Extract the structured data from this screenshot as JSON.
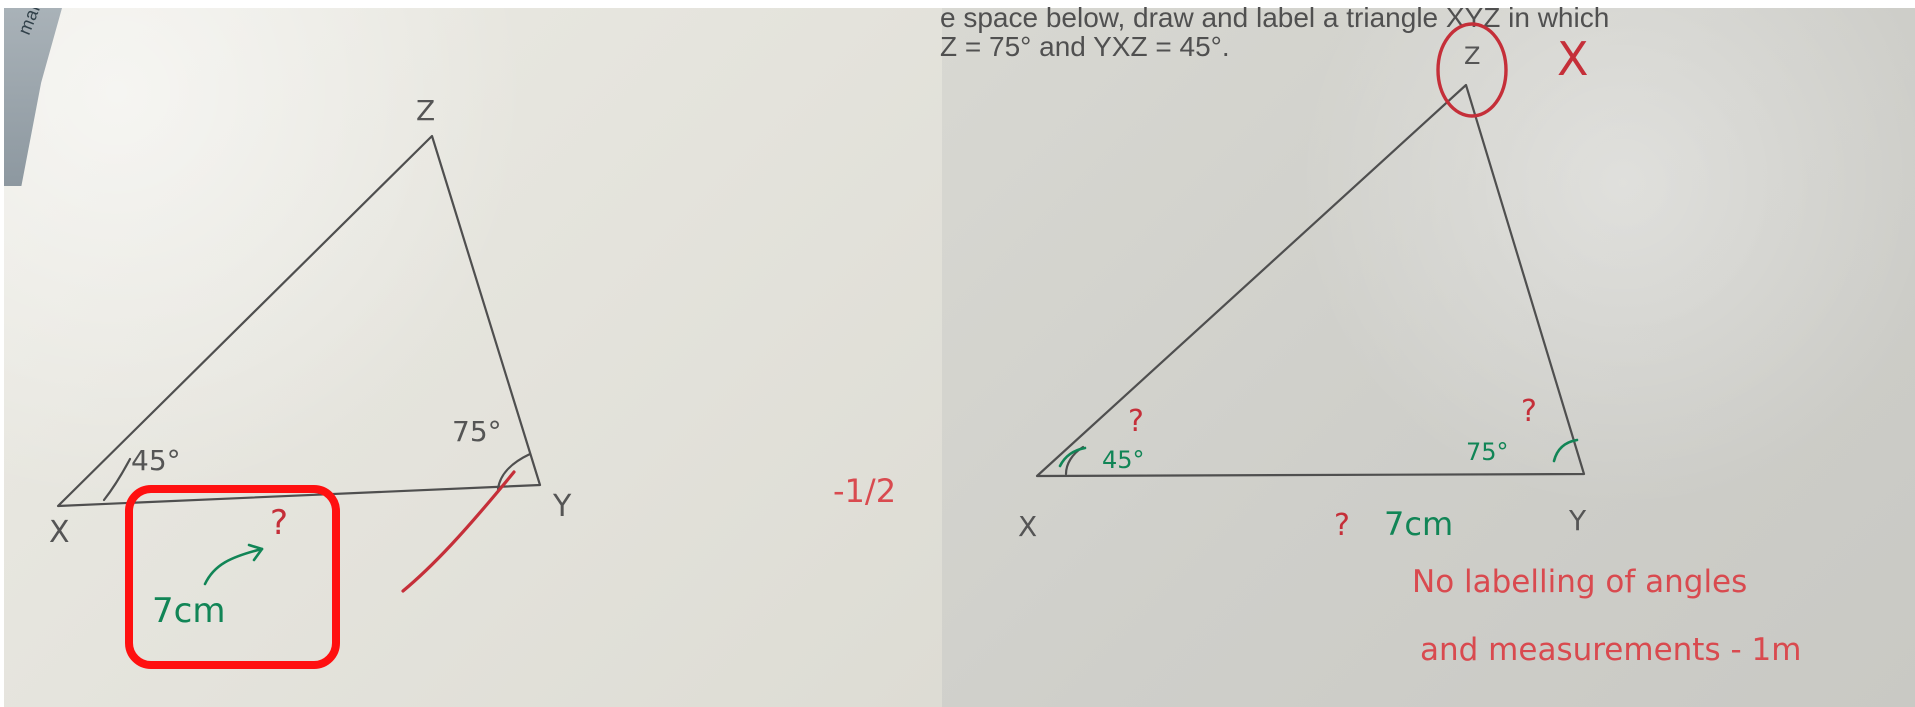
{
  "colors": {
    "highlight": "#ff1010",
    "pencil": "#555555",
    "green_ink": "#118556",
    "red_ink": "#c52f39"
  },
  "left_panel": {
    "binder_label": "mark",
    "vertices": {
      "x": "X",
      "y": "Y",
      "z": "Z"
    },
    "angles": {
      "x": "45°",
      "y": "75°"
    },
    "annotations": {
      "question_mark": "?",
      "length_label": "7cm",
      "score_note": "-1/2"
    }
  },
  "right_panel": {
    "prompt_lines": [
      "e space below, draw and label a triangle XYZ in which",
      "Z = 75° and YXZ = 45°."
    ],
    "vertices": {
      "x": "X",
      "y": "Y",
      "z": "Z"
    },
    "angles": {
      "x": "45°",
      "y": "75°"
    },
    "annotations": {
      "top_mark": "X",
      "question_mark": "?",
      "length_label": "7cm",
      "feedback_line_1": "No labelling of angles",
      "feedback_line_2": "and measurements - 1m"
    }
  }
}
